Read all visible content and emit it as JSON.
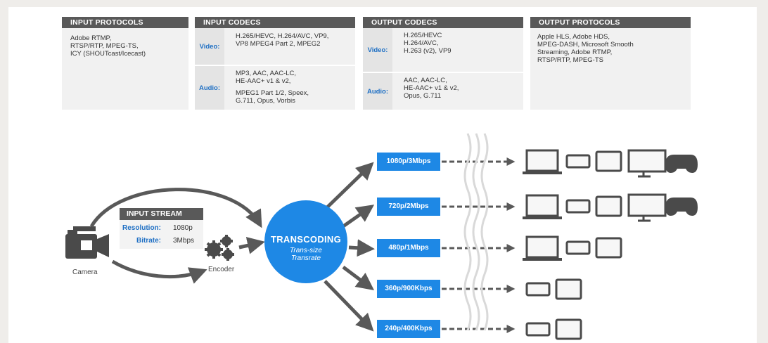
{
  "input_protocols": {
    "header": "INPUT PROTOCOLS",
    "text": "Adobe RTMP,\nRTSP/RTP, MPEG-TS,\nICY (SHOUTcast/Icecast)"
  },
  "input_codecs": {
    "header": "INPUT CODECS",
    "video_label": "Video:",
    "video_text": "H.265/HEVC, H.264/AVC, VP9,\nVP8 MPEG4 Part 2, MPEG2",
    "audio_label": "Audio:",
    "audio_text": "MP3, AAC, AAC-LC,\nHE-AAC+ v1 & v2,",
    "audio_text2": "MPEG1 Part 1/2, Speex,\nG.711, Opus, Vorbis"
  },
  "output_codecs": {
    "header": "OUTPUT CODECS",
    "video_label": "Video:",
    "video_text": "H.265/HEVC\nH.264/AVC,\nH.263 (v2), VP9",
    "audio_label": "Audio:",
    "audio_text": "AAC, AAC-LC,\nHE-AAC+ v1 & v2,\nOpus, G.711"
  },
  "output_protocols": {
    "header": "OUTPUT PROTOCOLS",
    "text": "Apple HLS, Adobe HDS,\nMPEG-DASH, Microsoft Smooth\nStreaming, Adobe RTMP,\nRTSP/RTP, MPEG-TS"
  },
  "input_stream": {
    "header": "INPUT STREAM",
    "resolution_label": "Resolution:",
    "resolution_value": "1080p",
    "bitrate_label": "Bitrate:",
    "bitrate_value": "3Mbps"
  },
  "camera_label": "Camera",
  "encoder_label": "Encoder",
  "transcoding": {
    "title": "TRANSCODING",
    "sub1": "Trans-size",
    "sub2": "Transrate"
  },
  "outputs": [
    {
      "label": "1080p/3Mbps",
      "devices": [
        "laptop",
        "phone",
        "tablet",
        "monitor",
        "gamepad"
      ]
    },
    {
      "label": "720p/2Mbps",
      "devices": [
        "laptop",
        "phone",
        "tablet",
        "monitor",
        "gamepad"
      ]
    },
    {
      "label": "480p/1Mbps",
      "devices": [
        "laptop",
        "phone",
        "tablet"
      ]
    },
    {
      "label": "360p/900Kbps",
      "devices": [
        "phone",
        "tablet"
      ]
    },
    {
      "label": "240p/400Kbps",
      "devices": [
        "phone",
        "tablet"
      ]
    }
  ],
  "colors": {
    "accent": "#1e88e5",
    "header": "#595959",
    "arrow": "#595959"
  }
}
